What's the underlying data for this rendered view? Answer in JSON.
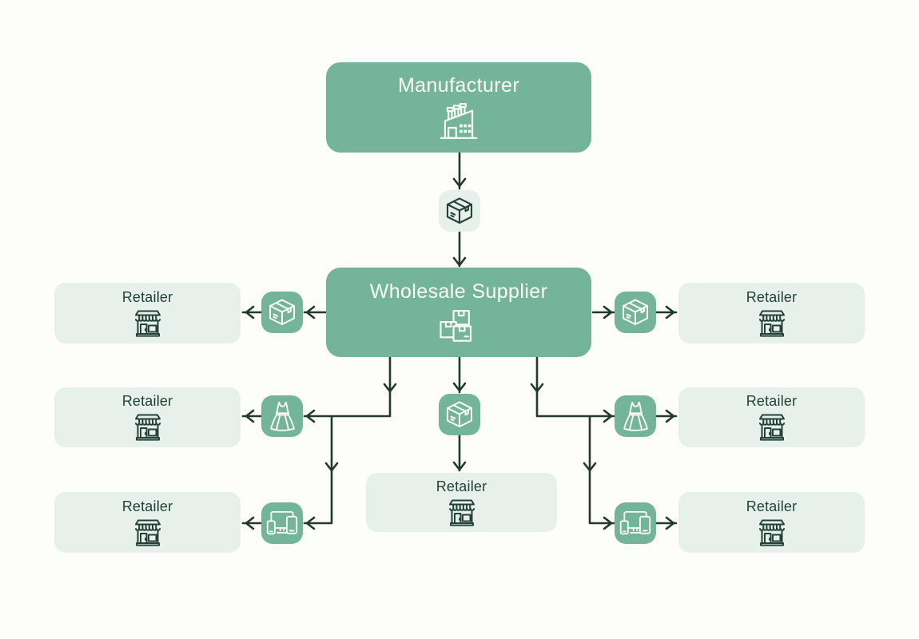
{
  "palette": {
    "background": "#fdfdfc",
    "node_green": "#74b49a",
    "node_light": "#e7f0eb",
    "line_dark": "#21382e",
    "text_dark": "#24423a",
    "icon_white": "#fbfdfc"
  },
  "nodes": {
    "manufacturer": {
      "label": "Manufacturer",
      "icon": "factory-icon"
    },
    "wholesale_supplier": {
      "label": "Wholesale Supplier",
      "icon": "packages-icon"
    },
    "retailers": [
      {
        "position": "top-left",
        "label": "Retailer",
        "icon": "storefront-icon"
      },
      {
        "position": "middle-left",
        "label": "Retailer",
        "icon": "storefront-icon"
      },
      {
        "position": "bottom-left",
        "label": "Retailer",
        "icon": "storefront-icon"
      },
      {
        "position": "center",
        "label": "Retailer",
        "icon": "storefront-icon"
      },
      {
        "position": "top-right",
        "label": "Retailer",
        "icon": "storefront-icon"
      },
      {
        "position": "middle-right",
        "label": "Retailer",
        "icon": "storefront-icon"
      },
      {
        "position": "bottom-right",
        "label": "Retailer",
        "icon": "storefront-icon"
      }
    ]
  },
  "transit_markers": [
    {
      "route": "manufacturer-to-wholesale",
      "icon": "package-icon",
      "tile": "light"
    },
    {
      "route": "wholesale-to-top-left-retailer",
      "icon": "package-icon",
      "tile": "green"
    },
    {
      "route": "wholesale-to-top-right-retailer",
      "icon": "package-icon",
      "tile": "green"
    },
    {
      "route": "wholesale-to-center-retailer",
      "icon": "package-icon",
      "tile": "green"
    },
    {
      "route": "wholesale-to-middle-left-retailer",
      "icon": "dress-icon",
      "tile": "green"
    },
    {
      "route": "wholesale-to-middle-right-retailer",
      "icon": "dress-icon",
      "tile": "green"
    },
    {
      "route": "wholesale-to-bottom-left-retailer",
      "icon": "devices-icon",
      "tile": "green"
    },
    {
      "route": "wholesale-to-bottom-right-retailer",
      "icon": "devices-icon",
      "tile": "green"
    }
  ]
}
